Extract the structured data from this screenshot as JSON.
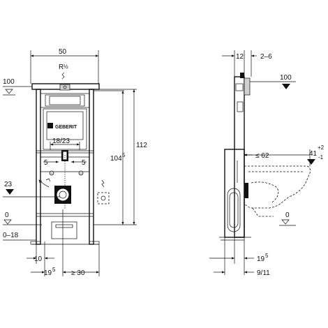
{
  "front_view": {
    "width_label": "50",
    "connection_label": "R",
    "connection_fraction": "½",
    "height_total_label": "112",
    "height_flush_label": "104",
    "height_flush_sup": "5",
    "pipe_centers_label": "18/23",
    "left_offset_label": "5",
    "right_offset_label": "5",
    "level_top_label": "100",
    "level_mid_label": "23",
    "level_floor_label": "0",
    "floor_range_label": "0–18",
    "bottom_a_label": "10",
    "bottom_b_label": "19",
    "bottom_b_sup": "5",
    "bottom_c_label": "≥ 30",
    "brand_label": "GEBERIT"
  },
  "side_view": {
    "depth_label": "12",
    "wall_offset_label": "2–6",
    "level_top_label": "100",
    "projection_label": "≤ 62",
    "height_label": "41",
    "height_sup": "+2",
    "height_sub": "-1",
    "level_floor_label": "0",
    "bottom_a_label": "19",
    "bottom_a_sup": "5",
    "bottom_b_label": "9/11"
  }
}
